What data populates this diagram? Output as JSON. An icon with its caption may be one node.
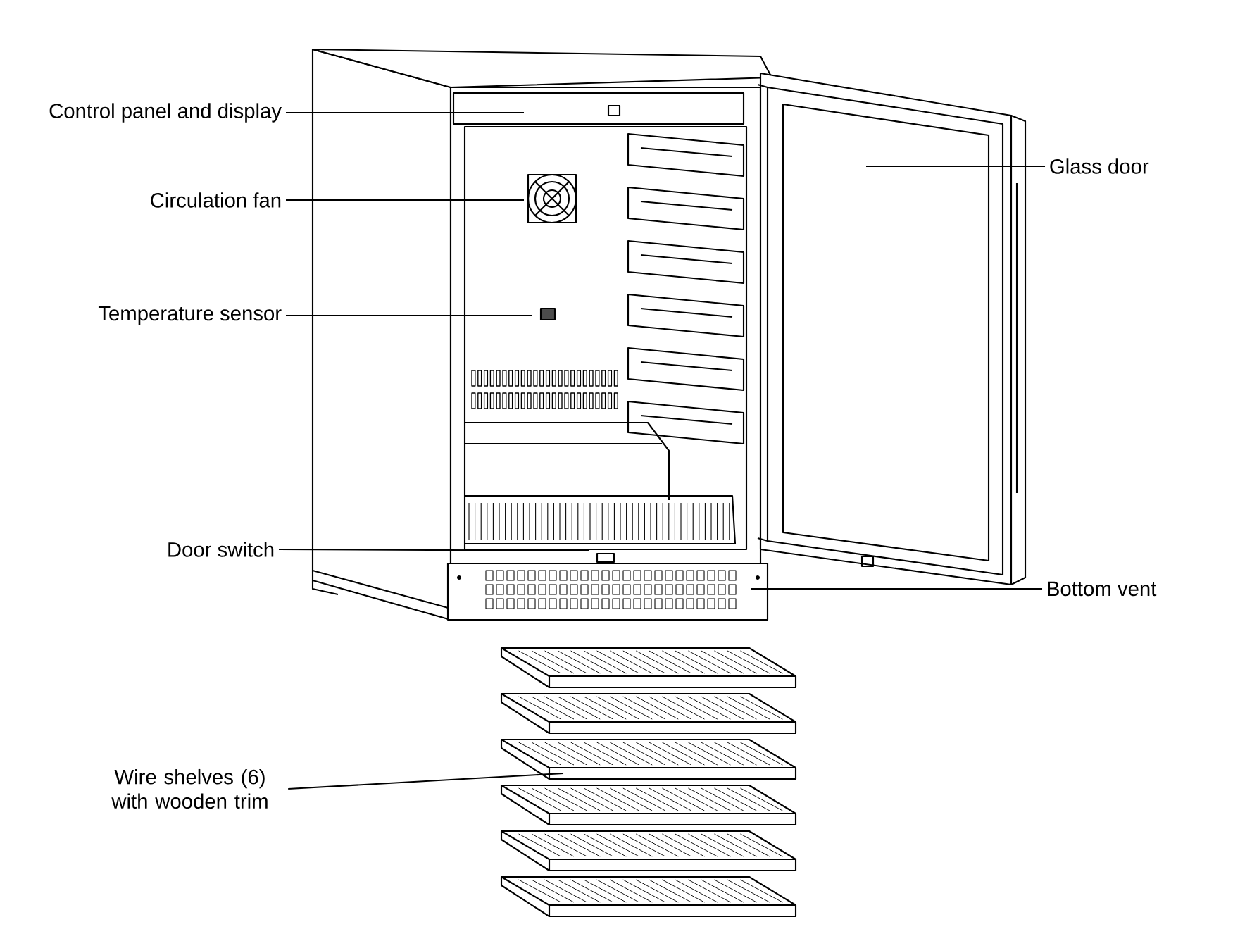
{
  "diagram": {
    "nodes": [
      {
        "text": [
          "Control panel and display"
        ]
      },
      {
        "text": [
          "Circulation fan"
        ]
      },
      {
        "text": [
          "Temperature sensor"
        ]
      },
      {
        "text": [
          "Door switch"
        ]
      },
      {
        "text": [
          "Wire shelves (6) with wooden trim"
        ]
      },
      {
        "text": [
          "Glass door"
        ]
      },
      {
        "text": [
          "Bottom vent"
        ]
      }
    ],
    "edges": [
      {
        "from": 0,
        "to": null,
        "arrow": "none"
      },
      {
        "from": 1,
        "to": null,
        "arrow": "none"
      },
      {
        "from": 2,
        "to": null,
        "arrow": "none"
      },
      {
        "from": 3,
        "to": null,
        "arrow": "none"
      },
      {
        "from": 4,
        "to": null,
        "arrow": "none"
      },
      {
        "from": 5,
        "to": null,
        "arrow": "none"
      },
      {
        "from": 6,
        "to": null,
        "arrow": "none"
      }
    ]
  }
}
